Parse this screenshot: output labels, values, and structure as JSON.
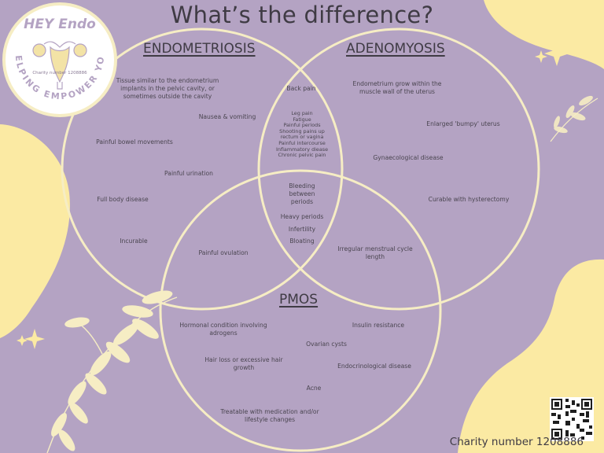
{
  "title": "What’s the difference?",
  "logo": {
    "name": "HEY Endo",
    "arc_text": "HELPING EMPOWER YOU",
    "charity": "Charity number 1208886"
  },
  "footer_charity": "Charity number 1208886",
  "sets": {
    "endometriosis": {
      "label": "ENDOMETRIOSIS",
      "items": [
        "Tissue similar to the endometrium\nimplants in the pelvic cavity, or\nsometimes outside the cavity",
        "Nausea & vomiting",
        "Painful bowel movements",
        "Painful urination",
        "Full body disease",
        "Incurable"
      ]
    },
    "adenomyosis": {
      "label": "ADENOMYOSIS",
      "items": [
        "Endometrium grow within the\nmuscle wall of the uterus",
        "Enlarged 'bumpy' uterus",
        "Gynaecological disease",
        "Curable with hysterectomy"
      ]
    },
    "pmos": {
      "label": "PMOS",
      "items": [
        "Hormonal condition involving\nadrogens",
        "Insulin resistance",
        "Ovarian cysts",
        "Hair loss or excessive hair\ngrowth",
        "Endocrinological disease",
        "Acne",
        "Treatable with medication and/or\nlifestyle changes"
      ]
    }
  },
  "overlaps": {
    "endo_adeno": {
      "items": [
        "Back pain",
        "Leg pain\nFatigue\nPainful periods\nShooting pains up\nrectum or vagina\nPainful intercourse\nInflammatory diease\nChronic pelvic pain"
      ]
    },
    "endo_pmos": {
      "items": [
        "Painful ovulation"
      ]
    },
    "adeno_pmos": {
      "items": [
        "Irregular menstrual cycle\nlength"
      ]
    },
    "all_three": {
      "items": [
        "Bleeding\nbetween\nperiods",
        "Heavy periods",
        "Infertility",
        "Bloating"
      ]
    }
  },
  "colors": {
    "background": "#b4a3c3",
    "circle_stroke": "#f6edc4",
    "accent_yellow": "#fbeaa3",
    "text": "#3f3b44"
  },
  "icons": [
    "sparkle-icon",
    "leaf-icon",
    "qr-code-icon",
    "uterus-icon"
  ]
}
